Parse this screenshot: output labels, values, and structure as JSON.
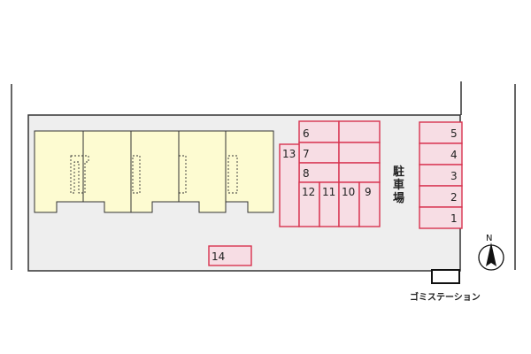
{
  "parking_label_chars": [
    "駐",
    "車",
    "場"
  ],
  "garbage_station_label": "ゴミステーション",
  "compass": {
    "label": "N"
  },
  "colors": {
    "lot": "#eeeeee",
    "building": "#fdfbd1",
    "stall_fill": "#f7dde4",
    "stall_border": "#d8334f"
  },
  "stalls": {
    "s1": "1",
    "s2": "2",
    "s3": "3",
    "s4": "4",
    "s5": "5",
    "s6": "6",
    "s7": "7",
    "s8": "8",
    "s9": "9",
    "s10": "10",
    "s11": "11",
    "s12": "12",
    "s13": "13",
    "s14": "14"
  }
}
